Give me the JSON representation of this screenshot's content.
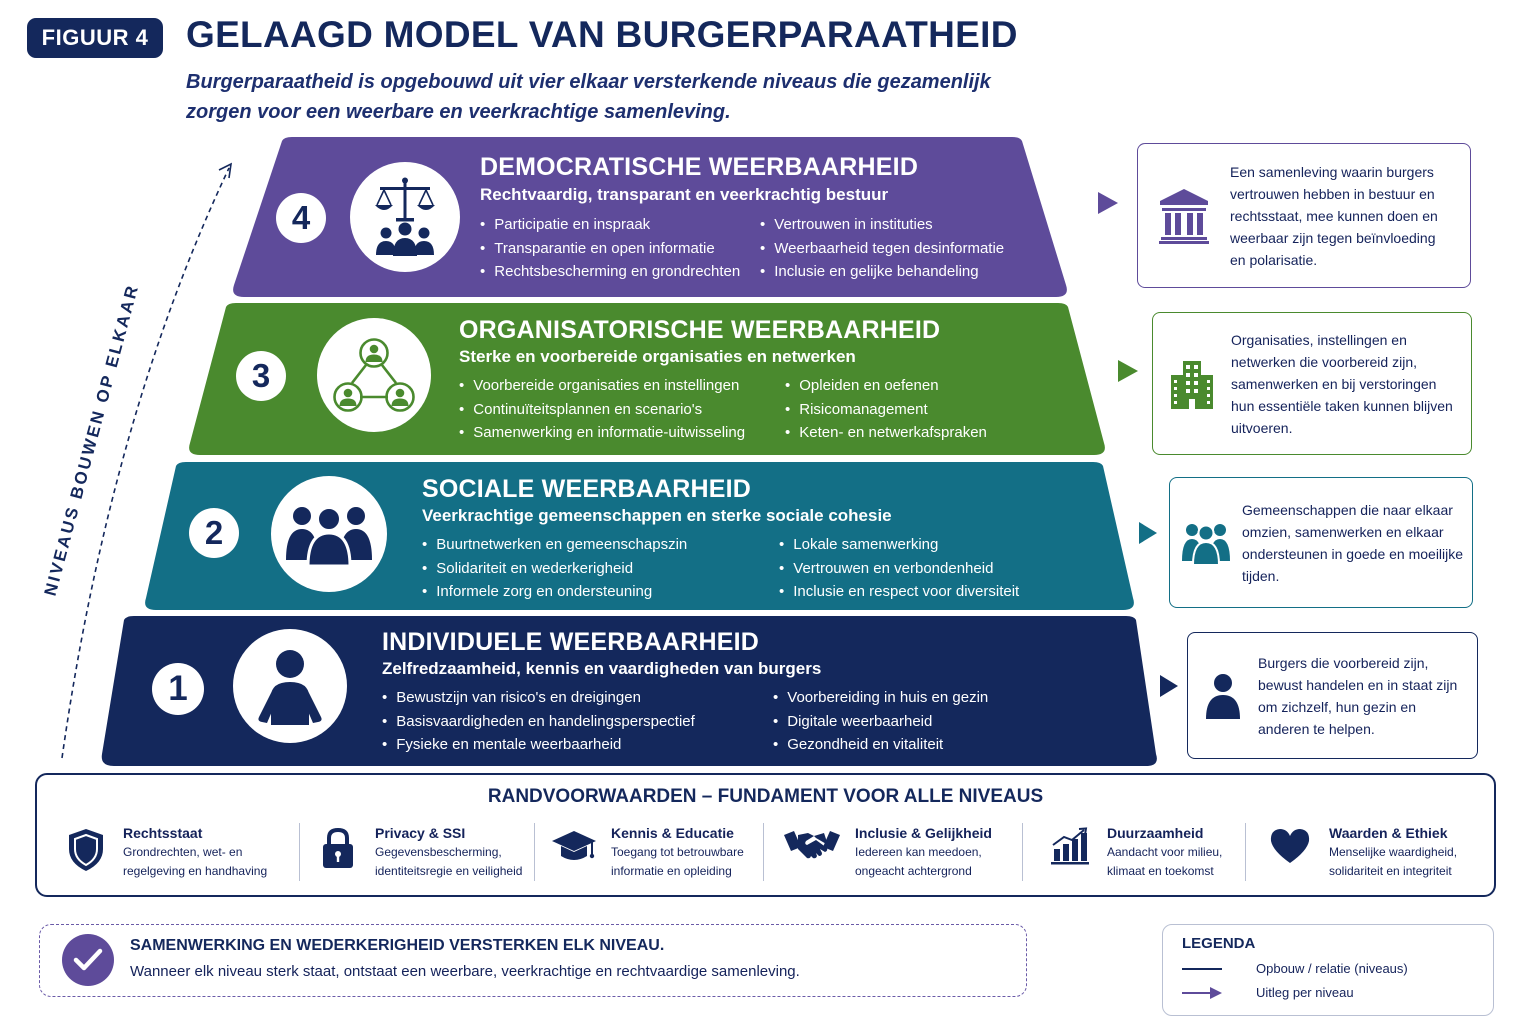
{
  "header": {
    "figure_label": "FIGUUR 4",
    "title": "GELAAGD MODEL VAN BURGERPARAATHEID",
    "subtitle": "Burgerparaatheid is opgebouwd uit vier elkaar versterkende niveaus die gezamenlijk zorgen voor een weerbare en veerkrachtige samenleving."
  },
  "side_label": "NIVEAUS BOUWEN OP ELKAAR",
  "colors": {
    "navy": "#14285c",
    "level4": "#5e4b9a",
    "level3": "#4a8a2e",
    "level2": "#136f86",
    "level1": "#14285c"
  },
  "levels": [
    {
      "number": "4",
      "icon": "scales-people-icon",
      "title": "DEMOCRATISCHE WEERBAARHEID",
      "subtitle": "Rechtvaardig, transparant en veerkrachtig bestuur",
      "bullets_left": [
        "Participatie en inspraak",
        "Transparantie en open informatie",
        "Rechtsbescherming en grondrechten"
      ],
      "bullets_right": [
        "Vertrouwen in instituties",
        "Weerbaarheid tegen desinformatie",
        "Inclusie en gelijke behandeling"
      ],
      "description_icon": "institution-icon",
      "description": "Een samenleving waarin burgers vertrouwen hebben in bestuur en rechtsstaat, mee kunnen doen en weerbaar zijn tegen beïnvloeding en polarisatie."
    },
    {
      "number": "3",
      "icon": "network-icon",
      "title": "ORGANISATORISCHE WEERBAARHEID",
      "subtitle": "Sterke en voorbereide organisaties en netwerken",
      "bullets_left": [
        "Voorbereide organisaties en instellingen",
        "Continuïteitsplannen en scenario's",
        "Samenwerking en informatie-uitwisseling"
      ],
      "bullets_right": [
        "Opleiden en oefenen",
        "Risicomanagement",
        "Keten- en netwerkafspraken"
      ],
      "description_icon": "building-icon",
      "description": "Organisaties, instellingen en netwerken die voorbereid zijn, samenwerken en bij verstoringen hun essentiële taken kunnen blijven uitvoeren."
    },
    {
      "number": "2",
      "icon": "community-icon",
      "title": "SOCIALE WEERBAARHEID",
      "subtitle": "Veerkrachtige gemeenschappen en sterke sociale cohesie",
      "bullets_left": [
        "Buurtnetwerken en gemeenschapszin",
        "Solidariteit en wederkerigheid",
        "Informele zorg en ondersteuning"
      ],
      "bullets_right": [
        "Lokale samenwerking",
        "Vertrouwen en verbondenheid",
        "Inclusie en respect voor diversiteit"
      ],
      "description_icon": "group-icon",
      "description": "Gemeenschappen die naar elkaar omzien, samenwerken en elkaar ondersteunen in goede en moeilijke tijden."
    },
    {
      "number": "1",
      "icon": "person-icon",
      "title": "INDIVIDUELE WEERBAARHEID",
      "subtitle": "Zelfredzaamheid, kennis en vaardigheden van burgers",
      "bullets_left": [
        "Bewustzijn van risico's en dreigingen",
        "Basisvaardigheden en handelingsperspectief",
        "Fysieke en mentale weerbaarheid"
      ],
      "bullets_right": [
        "Voorbereiding in huis en gezin",
        "Digitale weerbaarheid",
        "Gezondheid en vitaliteit"
      ],
      "description_icon": "person-icon",
      "description": "Burgers die voorbereid zijn, bewust handelen en in staat zijn om zichzelf, hun gezin en anderen te helpen."
    }
  ],
  "foundation": {
    "title": "RANDVOORWAARDEN – FUNDAMENT VOOR ALLE NIVEAUS",
    "items": [
      {
        "icon": "shield-icon",
        "title": "Rechtsstaat",
        "line1": "Grondrechten, wet- en",
        "line2": "regelgeving en handhaving"
      },
      {
        "icon": "lock-icon",
        "title": "Privacy & SSI",
        "line1": "Gegevensbescherming,",
        "line2": "identiteitsregie en veiligheid"
      },
      {
        "icon": "graduation-cap-icon",
        "title": "Kennis & Educatie",
        "line1": "Toegang tot betrouwbare",
        "line2": "informatie en opleiding"
      },
      {
        "icon": "handshake-icon",
        "title": "Inclusie & Gelijkheid",
        "line1": "Iedereen kan meedoen,",
        "line2": "ongeacht achtergrond"
      },
      {
        "icon": "growth-chart-icon",
        "title": "Duurzaamheid",
        "line1": "Aandacht voor milieu,",
        "line2": "klimaat en toekomst"
      },
      {
        "icon": "heart-icon",
        "title": "Waarden & Ethiek",
        "line1": "Menselijke waardigheid,",
        "line2": "solidariteit en integriteit"
      }
    ]
  },
  "cooperation": {
    "icon": "check-icon",
    "title": "SAMENWERKING EN WEDERKERIGHEID VERSTERKEN ELK NIVEAU.",
    "text": "Wanneer elk niveau sterk staat, ontstaat een weerbare, veerkrachtige en rechtvaardige samenleving."
  },
  "legend": {
    "title": "LEGENDA",
    "items": [
      {
        "label": "Opbouw / relatie (niveaus)"
      },
      {
        "label": "Uitleg per niveau"
      }
    ]
  }
}
